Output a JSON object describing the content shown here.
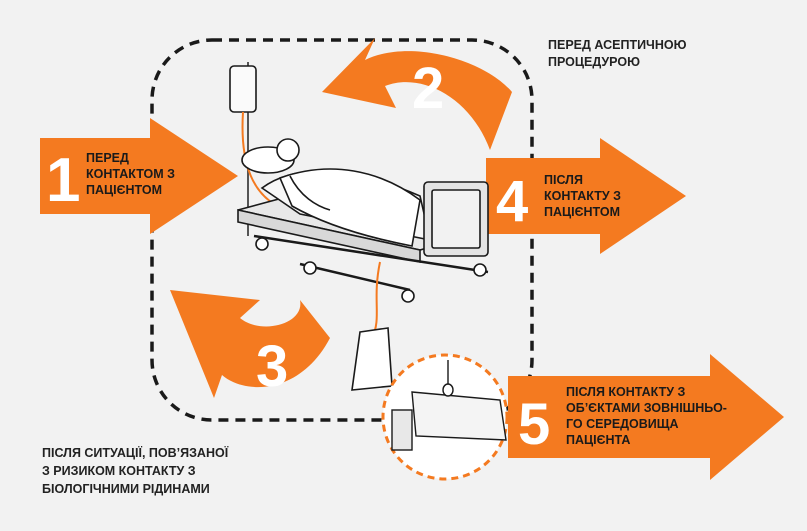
{
  "colors": {
    "accent": "#f47a20",
    "dark": "#1a1a1a",
    "background": "#f2f2f2"
  },
  "moments": [
    {
      "number": "1",
      "lines": [
        "ПЕРЕД",
        "КОНТАКТОМ З",
        "ПАЦІЄНТОМ"
      ]
    },
    {
      "number": "2",
      "lines": [
        "ПЕРЕД АСЕПТИЧНОЮ",
        "ПРОЦЕДУРОЮ"
      ]
    },
    {
      "number": "3",
      "lines": [
        "ПІСЛЯ СИТУАЦІЇ, ПОВ’ЯЗАНОЇ",
        "З РИЗИКОМ КОНТАКТУ З",
        "БІОЛОГІЧНИМИ РІДИНАМИ"
      ]
    },
    {
      "number": "4",
      "lines": [
        "ПІСЛЯ",
        "КОНТАКТУ З",
        "ПАЦІЄНТОМ"
      ]
    },
    {
      "number": "5",
      "lines": [
        "ПІСЛЯ КОНТАКТУ З",
        "ОБ’ЄКТАМИ ЗОВНІШНЬО-",
        "ГО СЕРЕДОВИЩА",
        "ПАЦІЄНТА"
      ]
    }
  ]
}
